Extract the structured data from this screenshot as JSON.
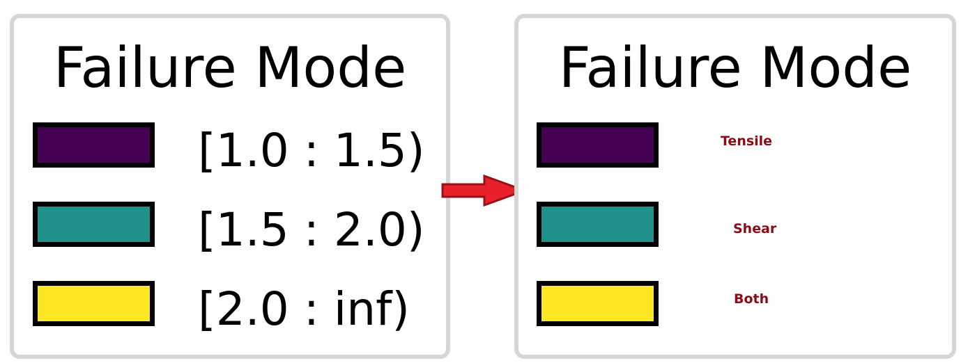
{
  "left_panel": {
    "title": "Failure Mode",
    "entries": [
      {
        "color": "#440154",
        "label": "[1.0 : 1.5)"
      },
      {
        "color": "#21918c",
        "label": "[1.5 : 2.0)"
      },
      {
        "color": "#fde725",
        "label": "[2.0 : inf)"
      }
    ]
  },
  "right_panel": {
    "title": "Failure Mode",
    "label_color": "#8b0a14",
    "entries": [
      {
        "color": "#440154",
        "label": "Tensile"
      },
      {
        "color": "#21918c",
        "label": "Shear"
      },
      {
        "color": "#fde725",
        "label": "Both"
      }
    ]
  },
  "arrow": {
    "color": "#e8202a",
    "outline": "#9a1016"
  }
}
